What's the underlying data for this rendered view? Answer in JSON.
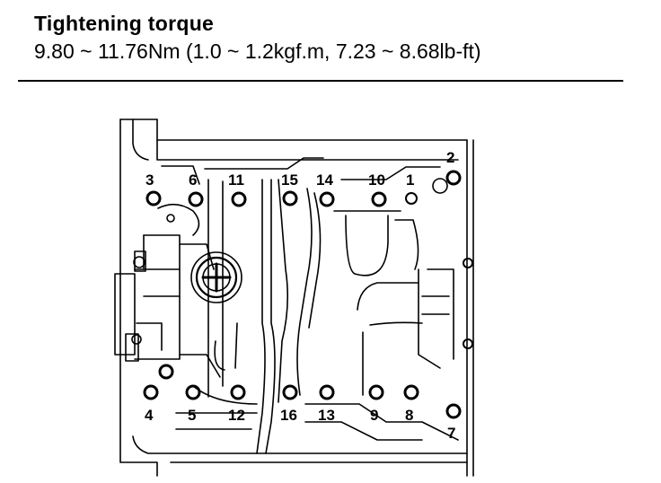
{
  "spec": {
    "title": "Tightening torque",
    "value": "9.80 ~ 11.76Nm (1.0 ~ 1.2kgf.m, 7.23 ~ 8.68lb-ft)"
  },
  "bolts": [
    {
      "id": "bolt-1",
      "label": "1"
    },
    {
      "id": "bolt-2",
      "label": "2"
    },
    {
      "id": "bolt-3",
      "label": "3"
    },
    {
      "id": "bolt-4",
      "label": "4"
    },
    {
      "id": "bolt-5",
      "label": "5"
    },
    {
      "id": "bolt-6",
      "label": "6"
    },
    {
      "id": "bolt-7",
      "label": "7"
    },
    {
      "id": "bolt-8",
      "label": "8"
    },
    {
      "id": "bolt-9",
      "label": "9"
    },
    {
      "id": "bolt-10",
      "label": "10"
    },
    {
      "id": "bolt-11",
      "label": "11"
    },
    {
      "id": "bolt-12",
      "label": "12"
    },
    {
      "id": "bolt-13",
      "label": "13"
    },
    {
      "id": "bolt-14",
      "label": "14"
    },
    {
      "id": "bolt-15",
      "label": "15"
    },
    {
      "id": "bolt-16",
      "label": "16"
    }
  ]
}
